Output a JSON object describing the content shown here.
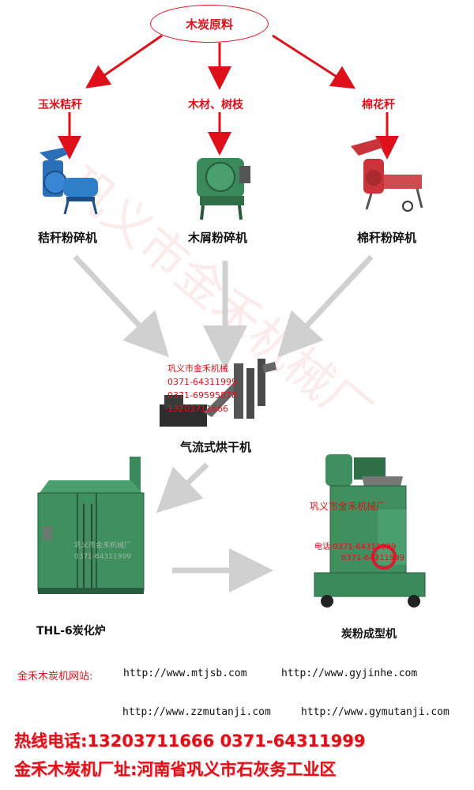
{
  "top": {
    "raw_material": "木炭原料"
  },
  "sources": {
    "corn": "玉米秸秆",
    "wood": "木材、树枝",
    "cotton": "棉花秆"
  },
  "machines": {
    "straw_crusher": "秸秆粉碎机",
    "sawdust_crusher": "木屑粉碎机",
    "cotton_crusher": "棉秆粉碎机",
    "dryer": "气流式烘干机",
    "furnace": "THL-6炭化炉",
    "forming": "炭粉成型机"
  },
  "dryer_overlay": {
    "company": "巩义市金禾机械",
    "phone1": "0371-64311999",
    "phone2": "0371-69595878",
    "phone3": "13203711666"
  },
  "forming_overlay": {
    "company": "巩义市金禾机械厂",
    "phone1": "电话:0371-64311999",
    "phone2": "0371-64311999"
  },
  "furnace_overlay": {
    "company": "巩义市金禾机械厂",
    "phone": "0371-64311999"
  },
  "footer": {
    "site_label": "金禾木炭机网站:",
    "url1": "http://www.mtjsb.com",
    "url2": "http://www.gyjinhe.com",
    "url3": "http://www.zzmutanji.com",
    "url4": "http://www.gymutanji.com",
    "hotline": "热线电话:13203711666  0371-64311999",
    "address": "金禾木炭机厂址:河南省巩义市石灰务工业区"
  },
  "watermark": "巩义市金禾机械厂",
  "colors": {
    "accent": "#e0101a",
    "gray_arrow": "#d0d0d0",
    "machine_green": "#3a8a5c",
    "machine_blue": "#2a6fb8"
  }
}
